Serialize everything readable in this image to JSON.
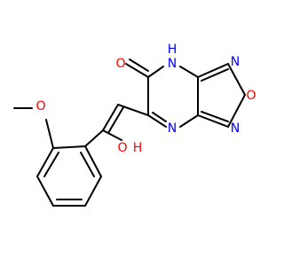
{
  "molecule": {
    "atoms": {
      "nh_h": "H",
      "nh_n": "N",
      "carbonyl_o": "O",
      "oxadiazole_n_top": "N",
      "oxadiazole_o": "O",
      "oxadiazole_n_bottom": "N",
      "ring_n_bottom": "N",
      "methoxy_o": "O",
      "hydroxyl_o": "O",
      "hydroxyl_h": "H"
    },
    "colors": {
      "carbon_bond": "#000000",
      "nitrogen": "#0000ff",
      "oxygen": "#ff0000"
    }
  }
}
